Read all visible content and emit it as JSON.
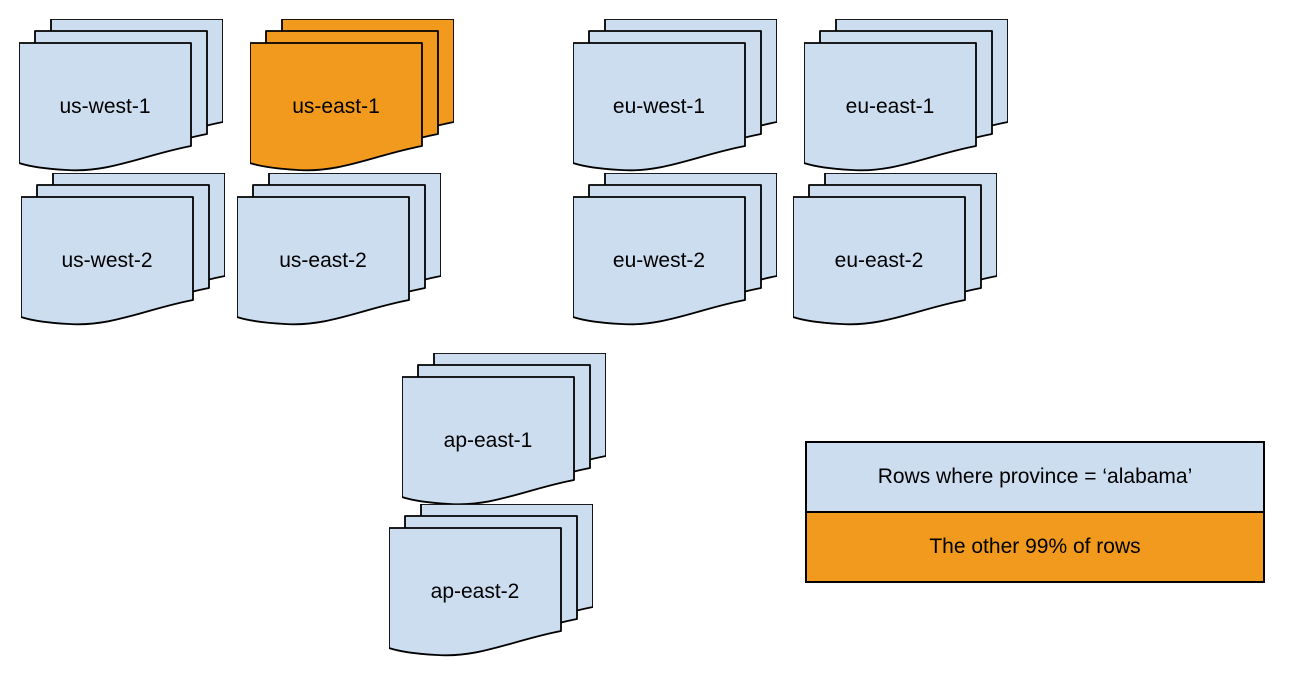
{
  "colors": {
    "page_blue": "#cdddf0",
    "page_orange": "#f29a1d",
    "stroke": "#000000"
  },
  "stacks": [
    {
      "label": "us-west-1",
      "color": "blue"
    },
    {
      "label": "us-east-1",
      "color": "orange"
    },
    {
      "label": "eu-west-1",
      "color": "blue"
    },
    {
      "label": "eu-east-1",
      "color": "blue"
    },
    {
      "label": "us-west-2",
      "color": "blue"
    },
    {
      "label": "us-east-2",
      "color": "blue"
    },
    {
      "label": "eu-west-2",
      "color": "blue"
    },
    {
      "label": "eu-east-2",
      "color": "blue"
    },
    {
      "label": "ap-east-1",
      "color": "blue"
    },
    {
      "label": "ap-east-2",
      "color": "blue"
    }
  ],
  "legend": {
    "rows": [
      {
        "label": "Rows where province = ‘alabama’",
        "color": "blue"
      },
      {
        "label": "The other 99% of rows",
        "color": "orange"
      }
    ]
  }
}
